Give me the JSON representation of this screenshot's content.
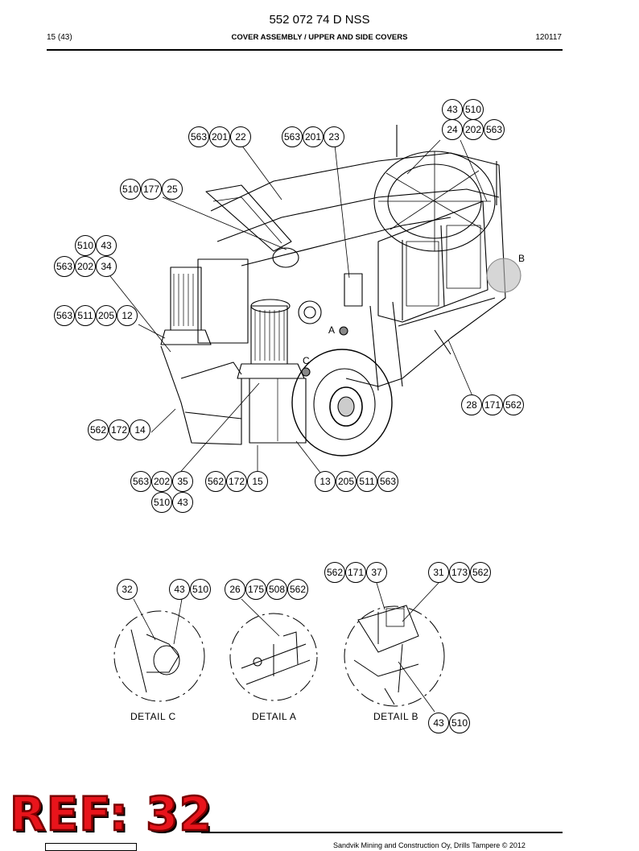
{
  "header": {
    "doc_number": "552 072 74 D NSS",
    "page_index": "15 (43)",
    "section_title": "COVER ASSEMBLY / UPPER AND SIDE COVERS",
    "issue_date": "120117"
  },
  "callouts": [
    {
      "id": "c1",
      "bubbles": [
        "43",
        "510"
      ]
    },
    {
      "id": "c2",
      "bubbles": [
        "24",
        "202",
        "563"
      ]
    },
    {
      "id": "c3",
      "bubbles": [
        "563",
        "201",
        "22"
      ]
    },
    {
      "id": "c4",
      "bubbles": [
        "563",
        "201",
        "23"
      ]
    },
    {
      "id": "c5",
      "bubbles": [
        "510",
        "177",
        "25"
      ]
    },
    {
      "id": "c6",
      "bubbles": [
        "510",
        "43"
      ]
    },
    {
      "id": "c7",
      "bubbles": [
        "563",
        "202",
        "34"
      ]
    },
    {
      "id": "c8",
      "bubbles": [
        "563",
        "511",
        "205",
        "12"
      ]
    },
    {
      "id": "c9",
      "bubbles": [
        "28",
        "171",
        "562"
      ]
    },
    {
      "id": "c10",
      "bubbles": [
        "562",
        "172",
        "14"
      ]
    },
    {
      "id": "c11",
      "bubbles": [
        "563",
        "202",
        "35"
      ]
    },
    {
      "id": "c12",
      "bubbles": [
        "510",
        "43"
      ]
    },
    {
      "id": "c13",
      "bubbles": [
        "562",
        "172",
        "15"
      ]
    },
    {
      "id": "c14",
      "bubbles": [
        "13",
        "205",
        "511",
        "563"
      ]
    },
    {
      "id": "c15",
      "bubbles": [
        "562",
        "171",
        "37"
      ]
    },
    {
      "id": "c16",
      "bubbles": [
        "31",
        "173",
        "562"
      ]
    },
    {
      "id": "c17",
      "bubbles": [
        "32"
      ]
    },
    {
      "id": "c18",
      "bubbles": [
        "43",
        "510"
      ]
    },
    {
      "id": "c19",
      "bubbles": [
        "26",
        "175",
        "508",
        "562"
      ]
    },
    {
      "id": "c20",
      "bubbles": [
        "43",
        "510"
      ]
    }
  ],
  "markers": {
    "a": "A",
    "b": "B",
    "c": "C"
  },
  "details": {
    "c": "DETAIL  C",
    "a": "DETAIL  A",
    "b": "DETAIL  B"
  },
  "stamp": "REF: 32",
  "footer": {
    "copyright": "Sandvik Mining and Construction Oy, Drills Tampere © 2012"
  }
}
